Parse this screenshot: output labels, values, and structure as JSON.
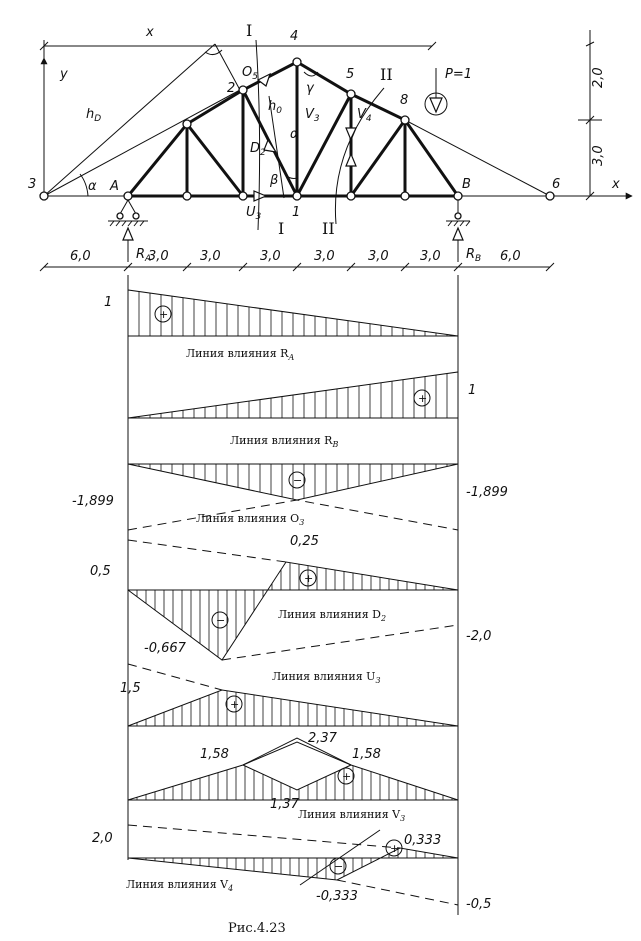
{
  "figure": {
    "caption": "Рис.4.23"
  },
  "scheme": {
    "node_labels": [
      "3",
      "A",
      "2",
      "4",
      "5",
      "8",
      "B",
      "6",
      "1"
    ],
    "dim_x": "x",
    "axis_y": "y",
    "axis_x": "x",
    "h_D": "h_D",
    "h_0": "h_0",
    "alpha": "α",
    "alpha_2": "α",
    "beta": "β",
    "gamma": "γ",
    "load": "P=1",
    "member_labels": {
      "O": "O",
      "O_sub": "5",
      "D": "D",
      "D_sub": "2",
      "U": "U",
      "U_sub": "3",
      "V3": "V",
      "V3_sub": "3",
      "V4": "V",
      "V4_sub": "4"
    },
    "reactions": {
      "RA": "R",
      "RA_sub": "A",
      "RB": "R",
      "RB_sub": "B"
    },
    "sections": [
      "I",
      "I",
      "II",
      "II"
    ],
    "right_dims": [
      "2,0",
      "3,0"
    ],
    "bottom_dims": [
      "6,0",
      "3,0",
      "3,0",
      "3,0",
      "3,0",
      "3,0",
      "3,0",
      "6,0"
    ]
  },
  "influence_lines": [
    {
      "name": "Линия влияния R",
      "sub": "A",
      "values": [
        "1"
      ],
      "sign": "+"
    },
    {
      "name": "Линия влияния R",
      "sub": "B",
      "values": [
        "1"
      ],
      "sign": "+"
    },
    {
      "name": "Линия влияния O",
      "sub": "3",
      "values": [
        "-1,899",
        "-1,899"
      ],
      "sign": "−"
    },
    {
      "name": "Линия влияния D",
      "sub": "2",
      "values": [
        "0,5",
        "0,25",
        "-0,667",
        "-2,0"
      ],
      "signs": [
        "+",
        "−"
      ]
    },
    {
      "name": "Линия влияния U",
      "sub": "3",
      "values": [
        "1,5"
      ],
      "sign": "+"
    },
    {
      "name": "Линия влияния V",
      "sub": "3",
      "values": [
        "1,58",
        "2,37",
        "1,58",
        "1,37"
      ],
      "sign": "+"
    },
    {
      "name": "Линия влияния V",
      "sub": "4",
      "values": [
        "2,0",
        "0,333",
        "-0,333",
        "-0,5"
      ],
      "signs": [
        "+",
        "−"
      ]
    }
  ]
}
